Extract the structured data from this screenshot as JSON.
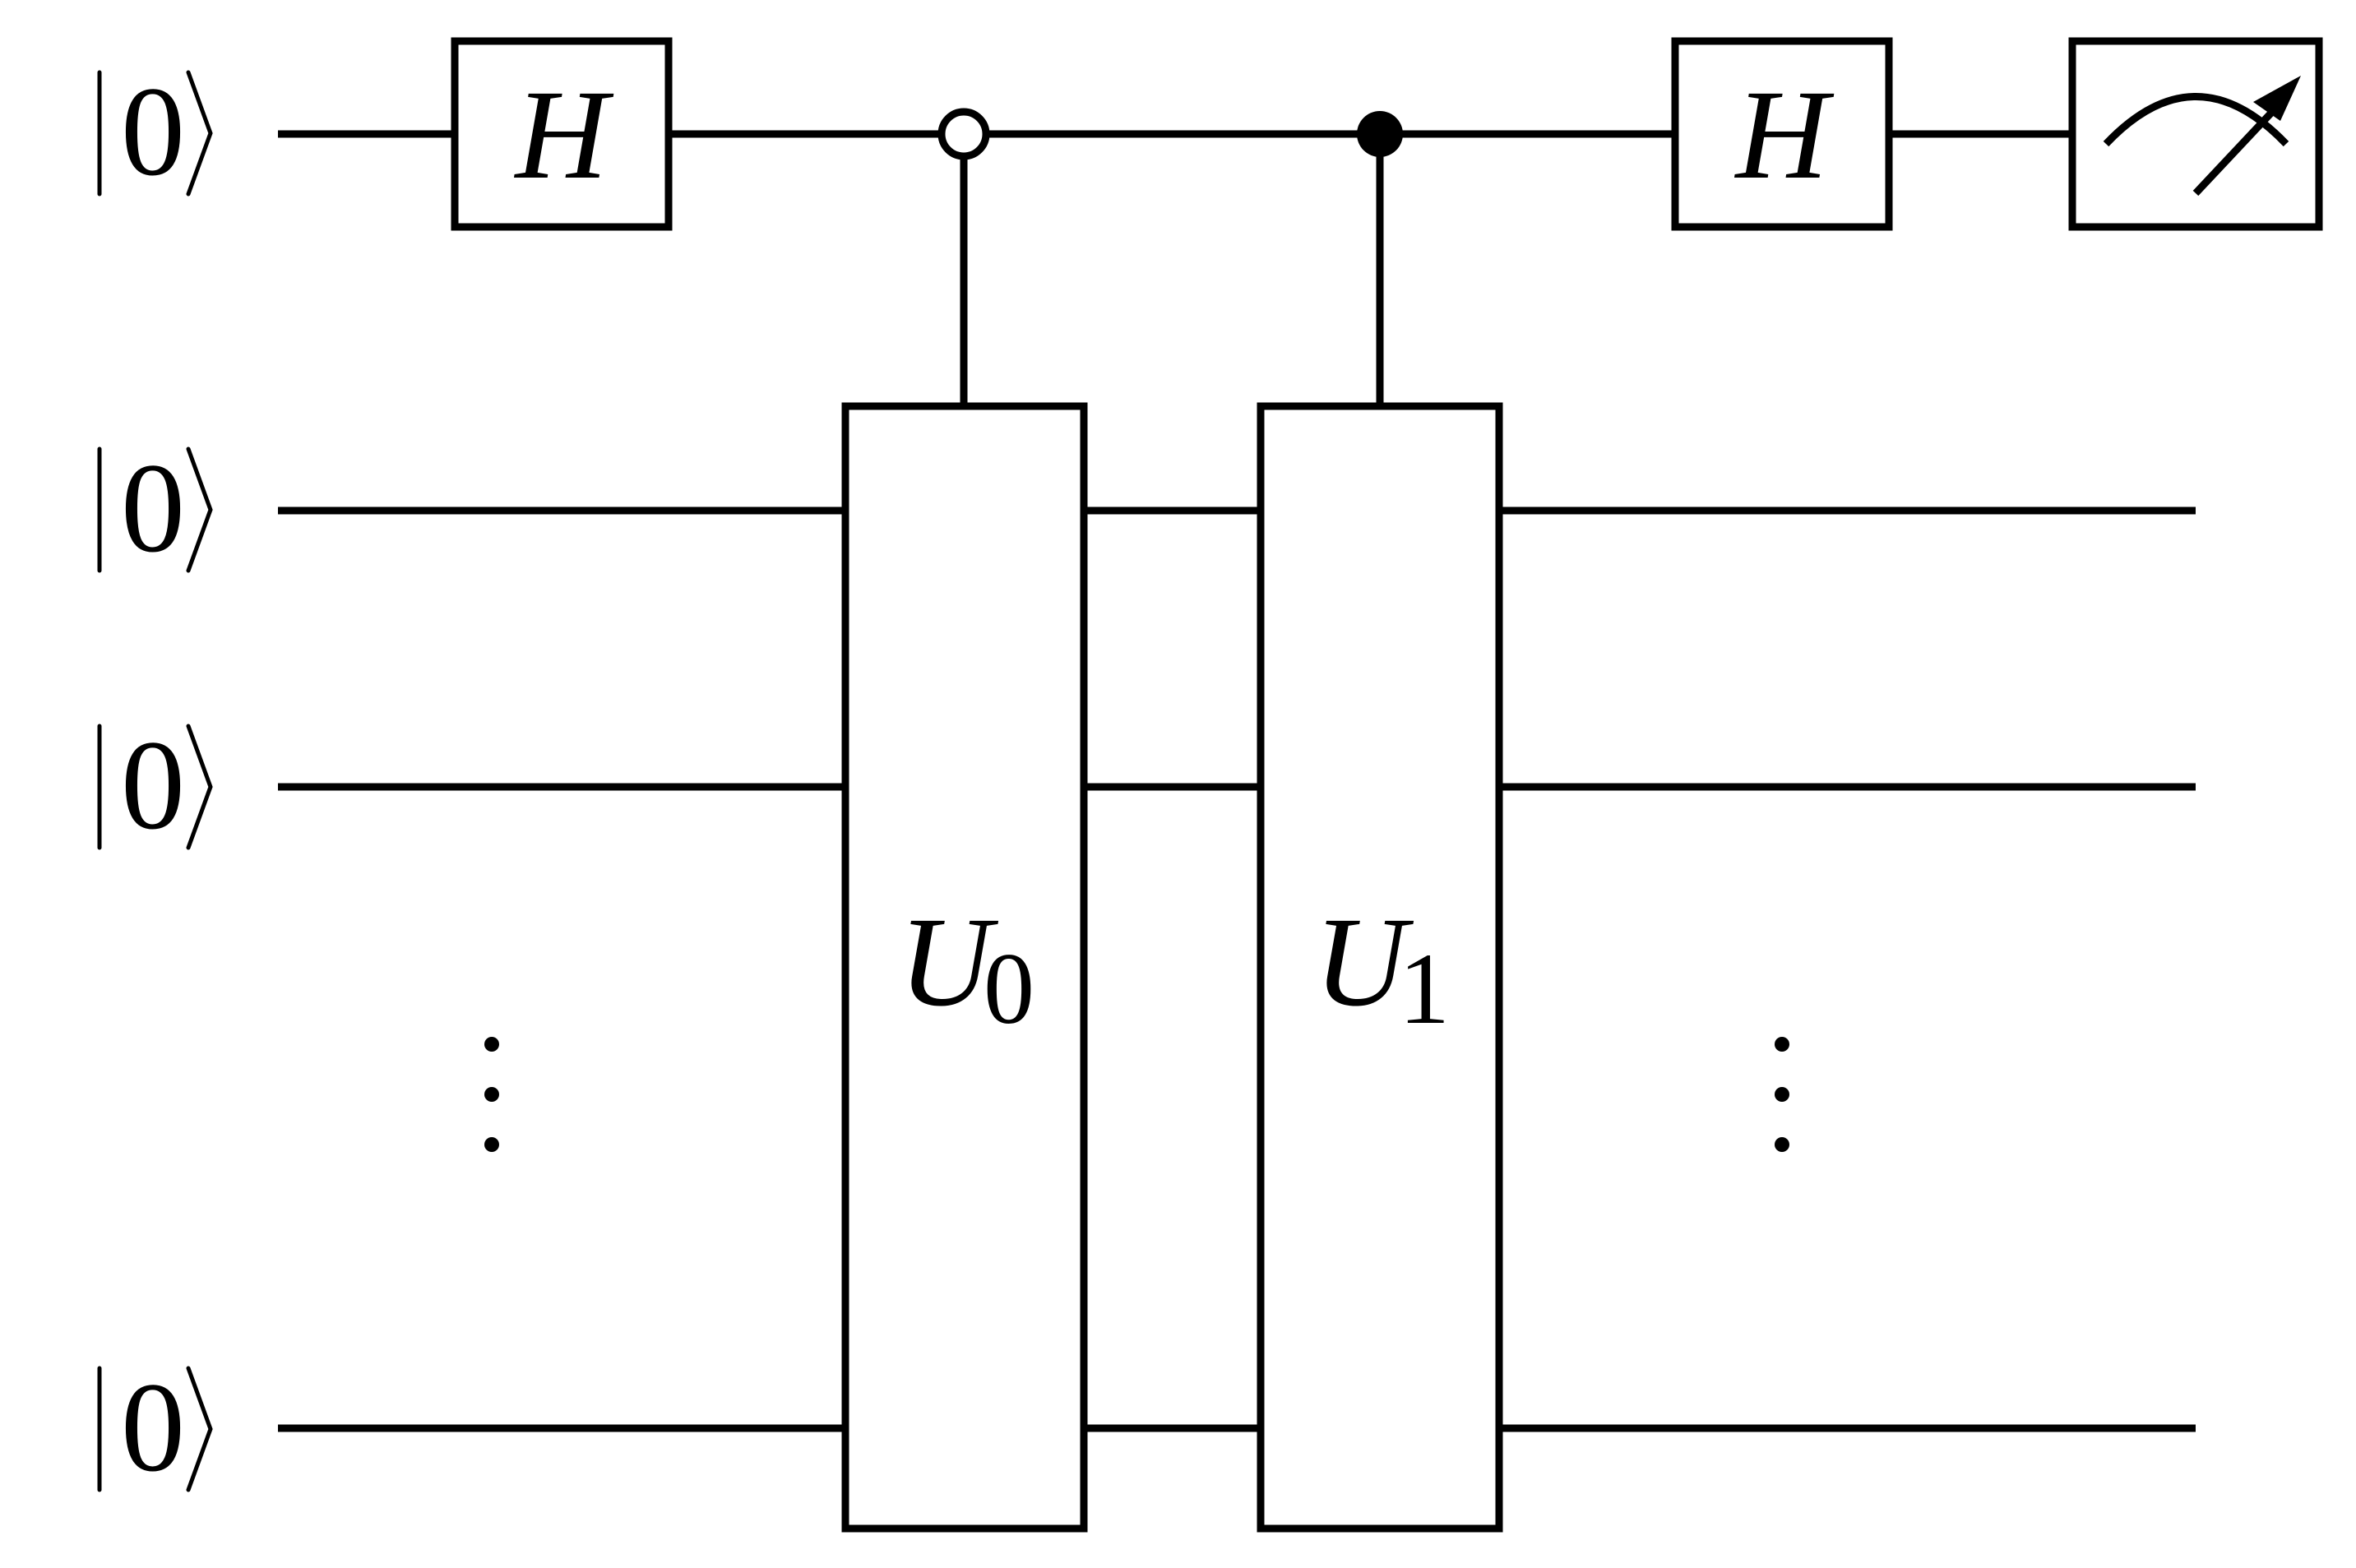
{
  "diagram": {
    "type": "quantum-circuit",
    "qubits": [
      {
        "label_digit": "0"
      },
      {
        "label_digit": "0"
      },
      {
        "label_digit": "0"
      },
      {
        "label_digit": "0"
      }
    ],
    "gates": {
      "hadamard_first": {
        "label": "H"
      },
      "hadamard_second": {
        "label": "H"
      },
      "u0": {
        "letter": "U",
        "subscript": "0",
        "control": "open"
      },
      "u1": {
        "letter": "U",
        "subscript": "1",
        "control": "filled"
      },
      "measurement": {
        "icon": "meter-icon"
      }
    },
    "ellipsis": "vertical-dots",
    "colors": {
      "stroke": "#000000",
      "background": "#ffffff"
    }
  }
}
